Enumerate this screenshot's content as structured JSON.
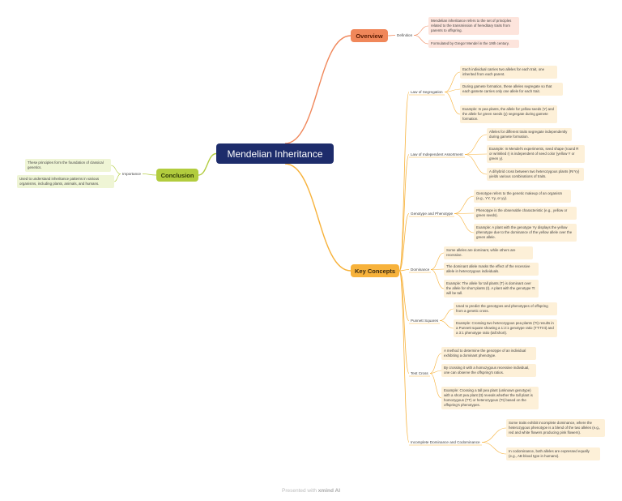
{
  "root": "Mendelian Inheritance",
  "overview": {
    "label": "Overview",
    "definition_label": "Definition",
    "leaves": [
      "Mendelian inheritance refers to the set of principles related to the transmission of hereditary traits from parents to offspring.",
      "Formulated by Gregor Mendel in the 19th century."
    ]
  },
  "key_concepts": {
    "label": "Key Concepts",
    "subs": [
      {
        "label": "Law of Segregation",
        "leaves": [
          "Each individual carries two alleles for each trait, one inherited from each parent.",
          "During gamete formation, these alleles segregate so that each gamete carries only one allele for each trait.",
          "Example: In pea plants, the allele for yellow seeds (Y) and the allele for green seeds (y) segregate during gamete formation."
        ]
      },
      {
        "label": "Law of Independent Assortment",
        "leaves": [
          "Alleles for different traits segregate independently during gamete formation.",
          "Example: In Mendel's experiments, seed shape (round R or wrinkled r) is independent of seed color (yellow Y or green y).",
          "A dihybrid cross between two heterozygous plants (RrYy) yields various combinations of traits."
        ]
      },
      {
        "label": "Genotype and Phenotype",
        "leaves": [
          "Genotype refers to the genetic makeup of an organism (e.g., YY, Yy, or yy).",
          "Phenotype is the observable characteristic (e.g., yellow or green seeds).",
          "Example: A plant with the genotype Yy displays the yellow phenotype due to the dominance of the yellow allele over the green allele."
        ]
      },
      {
        "label": "Dominance",
        "leaves": [
          "Some alleles are dominant, while others are recessive.",
          "The dominant allele masks the effect of the recessive allele in heterozygous individuals.",
          "Example: The allele for tall plants (T) is dominant over the allele for short plants (t). A plant with the genotype Tt will be tall."
        ]
      },
      {
        "label": "Punnett Squares",
        "leaves": [
          "Used to predict the genotypes and phenotypes of offspring from a genetic cross.",
          "Example: Crossing two heterozygous pea plants (Tt) results in a Punnett square showing a 1:2:1 genotype ratio (TT:Tt:tt) and a 3:1 phenotype ratio (tall:short)."
        ]
      },
      {
        "label": "Test Cross",
        "leaves": [
          "A method to determine the genotype of an individual exhibiting a dominant phenotype.",
          "By crossing it with a homozygous recessive individual, one can observe the offspring's ratios.",
          "Example: Crossing a tall pea plant (unknown genotype) with a short pea plant (tt) reveals whether the tall plant is homozygous (TT) or heterozygous (Tt) based on the offspring's phenotypes."
        ]
      },
      {
        "label": "Incomplete Dominance and Codominance",
        "leaves": [
          "Some traits exhibit incomplete dominance, where the heterozygous phenotype is a blend of the two alleles (e.g., red and white flowers producing pink flowers).",
          "In codominance, both alleles are expressed equally (e.g., AB blood type in humans)."
        ]
      }
    ]
  },
  "conclusion": {
    "label": "Conclusion",
    "importance_label": "Importance",
    "leaves": [
      "These principles form the foundation of classical genetics.",
      "Used to understand inheritance patterns in various organisms, including plants, animals, and humans."
    ]
  },
  "colors": {
    "root": "#1d2c6b",
    "overview": "#f0875a",
    "key": "#f7b23b",
    "conclusion": "#b2cc3e"
  },
  "footer": {
    "prefix": "Presented with ",
    "brand": "xmind AI"
  }
}
